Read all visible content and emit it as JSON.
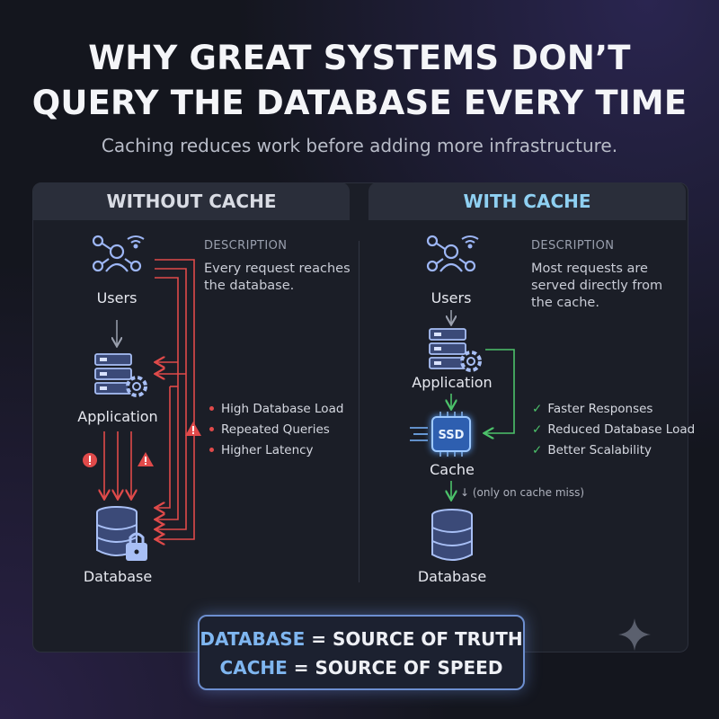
{
  "title": {
    "line1": "WHY GREAT SYSTEMS DON’T",
    "line2": "QUERY THE DATABASE EVERY TIME"
  },
  "subtitle": "Caching reduces work before adding more infrastructure.",
  "without_cache": {
    "header": "WITHOUT CACHE",
    "nodes": {
      "users": "Users",
      "application": "Application",
      "database": "Database"
    },
    "description_heading": "DESCRIPTION",
    "description": "Every request reaches the database.",
    "issues": [
      "High Database Load",
      "Repeated Queries",
      "Higher Latency"
    ],
    "accent": "#e04a4a"
  },
  "with_cache": {
    "header": "WITH CACHE",
    "nodes": {
      "users": "Users",
      "application": "Application",
      "cache": "Cache",
      "database": "Database"
    },
    "cache_chip_label": "SSD",
    "description_heading": "DESCRIPTION",
    "description": "Most requests are served directly from the cache.",
    "benefits": [
      "Faster Responses",
      "Reduced Database Load",
      "Better Scalability"
    ],
    "cache_miss_note": "↓ (only on cache miss)",
    "accent": "#4cc26a"
  },
  "callout": {
    "db_key": "DATABASE",
    "db_value": " = SOURCE OF TRUTH",
    "cache_key": "CACHE",
    "cache_value": " = SOURCE OF SPEED"
  },
  "icons": [
    "users-icon",
    "server-gear-icon",
    "database-lock-icon",
    "ssd-chip-icon",
    "database-icon",
    "warning-icon",
    "error-icon",
    "sparkle-icon"
  ]
}
